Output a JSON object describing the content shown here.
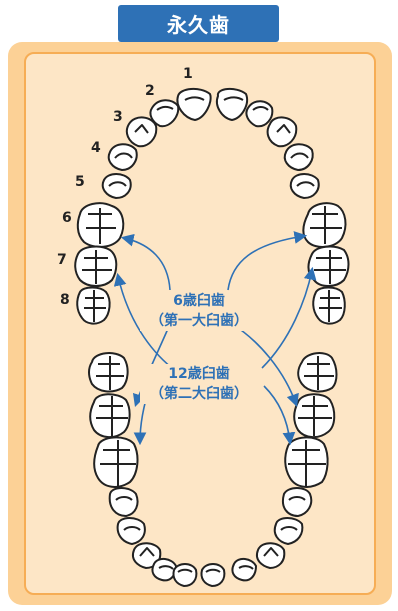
{
  "title": "永久歯",
  "tooth_numbers": [
    "1",
    "2",
    "3",
    "4",
    "5",
    "6",
    "7",
    "8"
  ],
  "molar_6": {
    "name": "6歳臼歯",
    "alias": "（第一大臼歯）"
  },
  "molar_12": {
    "name": "12歳臼歯",
    "alias": "（第二大臼歯）"
  },
  "colors": {
    "accent": "#2e71b6",
    "frame": "#fcd196",
    "panel": "#fde6c6",
    "tooth": "#ffffff",
    "outline": "#222222"
  }
}
